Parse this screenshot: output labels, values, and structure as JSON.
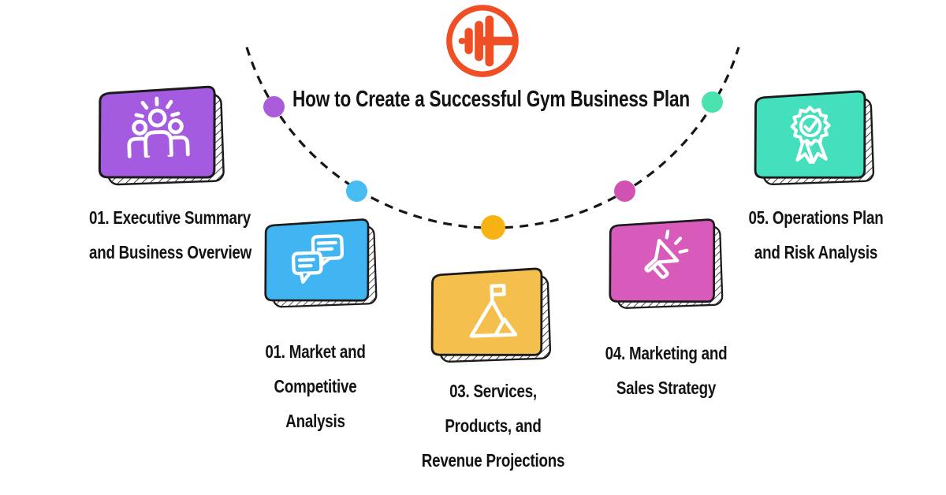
{
  "header": {
    "title": "How to Create a Successful Gym Business Plan",
    "logo": {
      "icon": "dumbbell-icon",
      "color": "#F04E24"
    }
  },
  "arc": {
    "color": "#161616",
    "style": "dashed"
  },
  "text_color": "#131313",
  "steps": [
    {
      "id": 1,
      "icon": "team-icon",
      "box_color": "#A55BDF",
      "dot_color": "#AA5CDA",
      "label": "01. Executive Summary and Business Overview",
      "lines": [
        "01. Executive Summary",
        "and Business Overview"
      ]
    },
    {
      "id": 2,
      "icon": "chat-bubbles-icon",
      "box_color": "#41B5F1",
      "dot_color": "#47BCF2",
      "label": "01. Market and Competitive Analysis",
      "lines": [
        "01. Market and",
        "Competitive",
        "Analysis"
      ]
    },
    {
      "id": 3,
      "icon": "mountain-flag-icon",
      "box_color": "#F5BF4E",
      "dot_color": "#F7B313",
      "label": "03. Services, Products, and Revenue Projections",
      "lines": [
        "03. Services,",
        "Products, and",
        "Revenue Projections"
      ]
    },
    {
      "id": 4,
      "icon": "megaphone-icon",
      "box_color": "#D85ABA",
      "dot_color": "#D052B2",
      "label": "04. Marketing and Sales Strategy",
      "lines": [
        "04. Marketing and",
        "Sales Strategy"
      ]
    },
    {
      "id": 5,
      "icon": "award-ribbon-icon",
      "box_color": "#44DFBC",
      "dot_color": "#4AE2AF",
      "label": "05. Operations Plan and Risk Analysis",
      "lines": [
        "05. Operations Plan",
        "and Risk Analysis"
      ]
    }
  ]
}
